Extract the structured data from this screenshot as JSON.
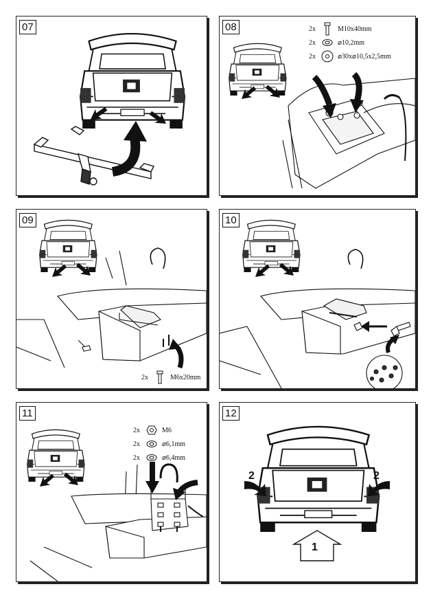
{
  "steps": [
    {
      "number": "07"
    },
    {
      "number": "08",
      "parts": [
        {
          "qty": "2x",
          "icon": "bolt-icon",
          "label": "M10x40mm"
        },
        {
          "qty": "2x",
          "icon": "washer-icon",
          "label": "⌀10,2mm"
        },
        {
          "qty": "2x",
          "icon": "large-washer-icon",
          "label": "⌀30x⌀10,5x2,5mm"
        }
      ]
    },
    {
      "number": "09",
      "parts": [
        {
          "qty": "2x",
          "icon": "bolt-icon",
          "label": "M6x20mm"
        }
      ]
    },
    {
      "number": "10"
    },
    {
      "number": "11",
      "parts": [
        {
          "qty": "2x",
          "icon": "nut-icon",
          "label": "M6"
        },
        {
          "qty": "2x",
          "icon": "washer-icon",
          "label": "⌀6,1mm"
        },
        {
          "qty": "2x",
          "icon": "washer-icon",
          "label": "⌀6,4mm"
        }
      ]
    },
    {
      "number": "12",
      "callouts": [
        "2",
        "2",
        "1"
      ]
    }
  ]
}
